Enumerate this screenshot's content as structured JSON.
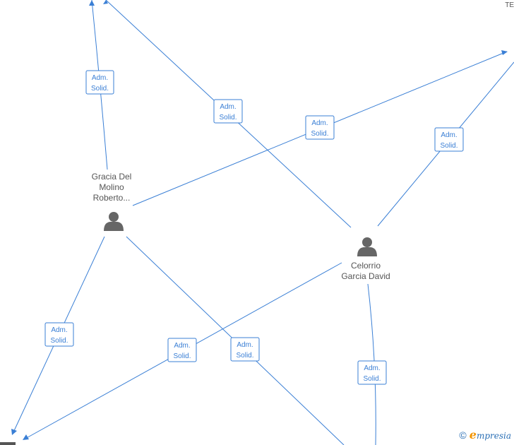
{
  "persons": [
    {
      "id": "p1",
      "label_lines": [
        "Gracia Del",
        "Molino",
        "Roberto..."
      ]
    },
    {
      "id": "p2",
      "label_lines": [
        "Celorrio",
        "Garcia David"
      ]
    }
  ],
  "edge_label": {
    "line1": "Adm.",
    "line2": "Solid."
  },
  "edge_count": 8,
  "corner_text": "TE",
  "footer": {
    "copyright_symbol": "©",
    "brand_initial": "e",
    "brand_rest": "mpresia"
  },
  "colors": {
    "edge": "#3a7fd5",
    "person": "#666666",
    "text": "#555555"
  }
}
